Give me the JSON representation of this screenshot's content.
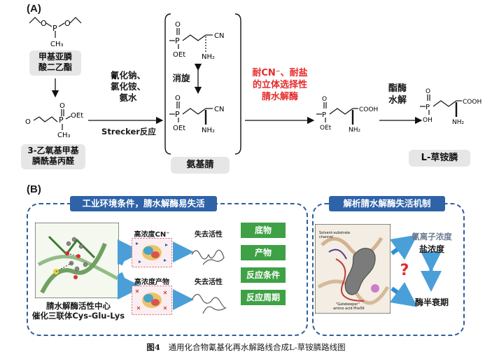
{
  "panel_a": {
    "label": "(A)",
    "compound1_name_line1": "甲基亚膦",
    "compound1_name_line2": "酸二乙酯",
    "compound2_name_line1": "3-乙氧基甲基",
    "compound2_name_line2": "膦酰基丙醛",
    "reagents_line1": "氰化钠、",
    "reagents_line2": "氯化铵、",
    "reagents_line3": "氨水",
    "reaction_name": "Strecker反应",
    "racemization": "消旋",
    "nitrile_name": "氨基腈",
    "enzyme_line1": "耐CN⁻、耐盐",
    "enzyme_line2": "的立体选择性",
    "enzyme_line3": "腈水解酶",
    "hydrolysis_line1": "酯酶",
    "hydrolysis_line2": "水解",
    "product_name": "L-草铵膦",
    "chem": {
      "ch3": "CH₃",
      "oet": "OEt",
      "o": "O",
      "p": "P",
      "cn": "CN",
      "nh2": "NH₂",
      "cooh": "COOH",
      "oh": "OH"
    }
  },
  "panel_b": {
    "label": "(B)",
    "left_title": "工业环境条件，腈水解酶易失活",
    "right_title": "解析腈水解酶失活机制",
    "high_cn": "高浓度CN⁻",
    "high_product": "高浓度产物",
    "lose_activity_1": "失去活性",
    "lose_activity_2": "失去活性",
    "factors": [
      "底物",
      "产物",
      "反应条件",
      "反应周期"
    ],
    "center_line1": "腈水解酶活性中心",
    "center_line2": "催化三联体Cys-Glu-Lys",
    "cyanide_conc": "氰离子浓度",
    "salt_conc": "盐浓度",
    "half_life": "酶半衰期",
    "question": "?",
    "solvent_label_1": "Solvent-substrate",
    "solvent_label_2": "channel",
    "gatekeeper_1": "\"Gatekeeper\"",
    "gatekeeper_2": "amino acid Phe56"
  },
  "caption": {
    "figure_no": "图4",
    "text": "通用化合物氰基化再水解路线合成L-草铵膦路线图"
  }
}
